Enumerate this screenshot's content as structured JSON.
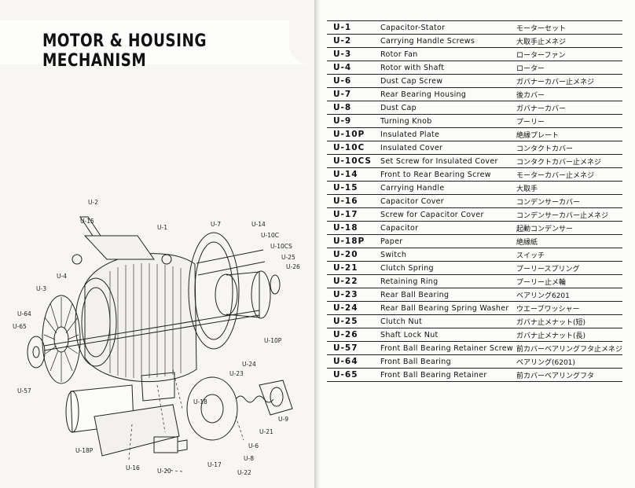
{
  "left_page": {
    "title": "MOTOR & HOUSING MECHANISM",
    "callouts": [
      "U-2",
      "U-15",
      "U-1",
      "U-7",
      "U-14",
      "U-10C",
      "U-10CS",
      "U-25",
      "U-26",
      "U-4",
      "U-3",
      "U-64",
      "U-65",
      "U-57",
      "U-10P",
      "U-24",
      "U-23",
      "U-18",
      "U-9",
      "U-21",
      "U-6",
      "U-8",
      "U-18P",
      "U-16",
      "U-20",
      "U-17",
      "U-22"
    ]
  },
  "parts": [
    {
      "code": "U-1",
      "en": "Capacitor-Stator",
      "ja": "モーターセット"
    },
    {
      "code": "U-2",
      "en": "Carrying Handle Screws",
      "ja": "大取手止メネジ"
    },
    {
      "code": "U-3",
      "en": "Rotor Fan",
      "ja": "ローターファン"
    },
    {
      "code": "U-4",
      "en": "Rotor with Shaft",
      "ja": "ローター"
    },
    {
      "code": "U-6",
      "en": "Dust Cap Screw",
      "ja": "ガバナーカバー止メネジ"
    },
    {
      "code": "U-7",
      "en": "Rear Bearing Housing",
      "ja": "後カバー"
    },
    {
      "code": "U-8",
      "en": "Dust Cap",
      "ja": "ガバナーカバー"
    },
    {
      "code": "U-9",
      "en": "Turning Knob",
      "ja": "プーリー"
    },
    {
      "code": "U-10P",
      "en": "Insulated Plate",
      "ja": "絶縁プレート"
    },
    {
      "code": "U-10C",
      "en": "Insulated Cover",
      "ja": "コンタクトカバー"
    },
    {
      "code": "U-10CS",
      "en": "Set Screw for Insulated Cover",
      "ja": "コンタクトカバー止メネジ"
    },
    {
      "code": "U-14",
      "en": "Front to Rear Bearing Screw",
      "ja": "モーターカバー止メネジ"
    },
    {
      "code": "U-15",
      "en": "Carrying Handle",
      "ja": "大取手"
    },
    {
      "code": "U-16",
      "en": "Capacitor Cover",
      "ja": "コンデンサーカバー"
    },
    {
      "code": "U-17",
      "en": "Screw for Capacitor Cover",
      "ja": "コンデンサーカバー止メネジ"
    },
    {
      "code": "U-18",
      "en": "Capacitor",
      "ja": "起動コンデンサー"
    },
    {
      "code": "U-18P",
      "en": "Paper",
      "ja": "絶縁紙"
    },
    {
      "code": "U-20",
      "en": "Switch",
      "ja": "スイッチ"
    },
    {
      "code": "U-21",
      "en": "Clutch Spring",
      "ja": "プーリースプリング"
    },
    {
      "code": "U-22",
      "en": "Retaining Ring",
      "ja": "プーリー止メ輪"
    },
    {
      "code": "U-23",
      "en": "Rear Ball Bearing",
      "ja": "ベアリング6201"
    },
    {
      "code": "U-24",
      "en": "Rear Ball Bearing Spring Washer",
      "ja": "ウエーブワッシャー"
    },
    {
      "code": "U-25",
      "en": "Clutch Nut",
      "ja": "ガバナ止メナット(短)"
    },
    {
      "code": "U-26",
      "en": "Shaft Lock Nut",
      "ja": "ガバナ止メナット(長)"
    },
    {
      "code": "U-57",
      "en": "Front Ball Bearing Retainer Screw",
      "ja": "前カバーベアリングフタ止メネジ"
    },
    {
      "code": "U-64",
      "en": "Front Ball Bearing",
      "ja": "ベアリング(6201)"
    },
    {
      "code": "U-65",
      "en": "Front Ball Bearing Retainer",
      "ja": "前カバーベアリングフタ"
    }
  ]
}
